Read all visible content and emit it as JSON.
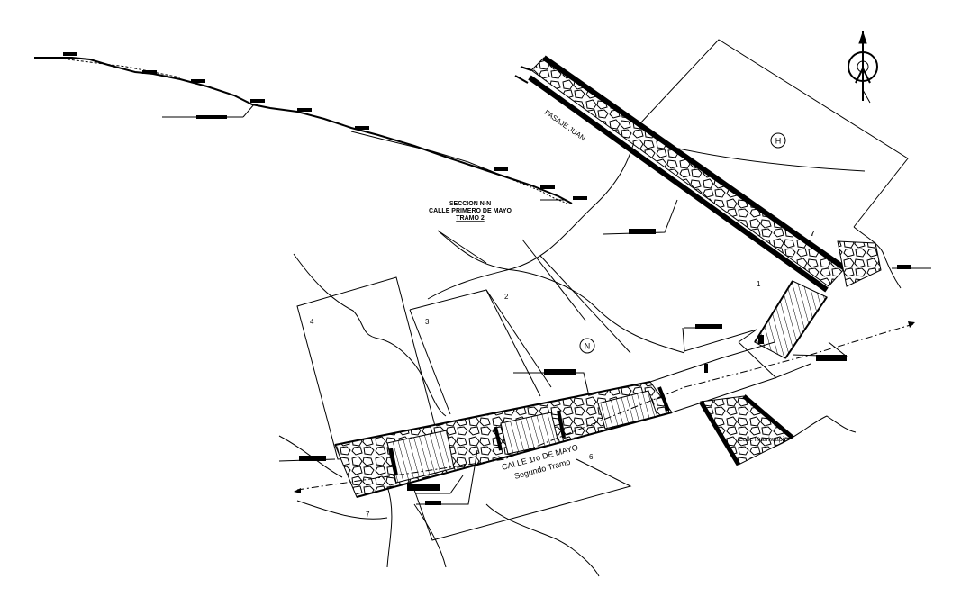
{
  "section": {
    "title_line1": "SECCION N-N",
    "title_line2": "CALLE PRIMERO DE MAYO",
    "title_line3": "TRAMO 2"
  },
  "streets": {
    "pasaje": "PASAJE JUAN",
    "calle_line1": "CALLE 1ro DE MAYO",
    "calle_line2": "Segundo Tramo",
    "calle_right": "Calle Huarhuapi"
  },
  "markers": {
    "h": "H",
    "n": "N"
  },
  "lots": [
    "1",
    "2",
    "3",
    "4",
    "6",
    "7",
    "7"
  ],
  "colors": {
    "ink": "#000000",
    "paper": "#ffffff"
  }
}
